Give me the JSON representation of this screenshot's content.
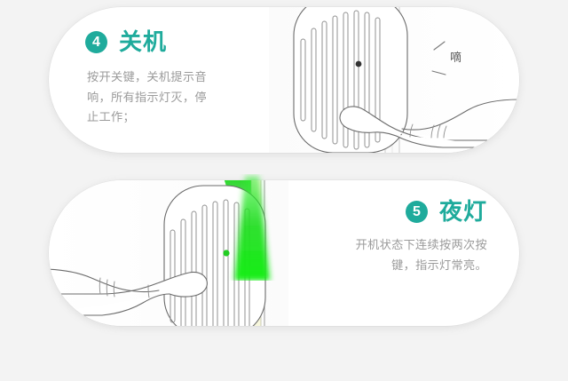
{
  "page": {
    "background_color": "#f3f3f3",
    "accent_color": "#1fab9c",
    "body_text_color": "#9b9b9b",
    "line_art_color": "#6b6b6b",
    "indicator_green": "#22cc22",
    "outlet_strip_color": "#f7f7dc"
  },
  "cards": [
    {
      "id": "shutdown",
      "badge": "4",
      "title": "关机",
      "body": "按开关键，关机提示音\n响，所有指示灯灭，停\n止工作；",
      "illustration": {
        "name": "hand-pressing-device-with-beep",
        "device": "plug-in-device-with-vent-slits",
        "indicator_dot_color": "#333333",
        "sound_label": "嘀",
        "has_sound_lines": true
      }
    },
    {
      "id": "nightlight",
      "badge": "5",
      "title": "夜灯",
      "body": "开机状态下连续按两次按\n键，指示灯常亮。",
      "illustration": {
        "name": "hand-pressing-device-with-green-glow",
        "device": "plug-in-device-with-vent-slits",
        "indicator_dot_color": "#22cc22",
        "glow_color": "#22cc22",
        "has_sound_lines": false
      }
    }
  ]
}
